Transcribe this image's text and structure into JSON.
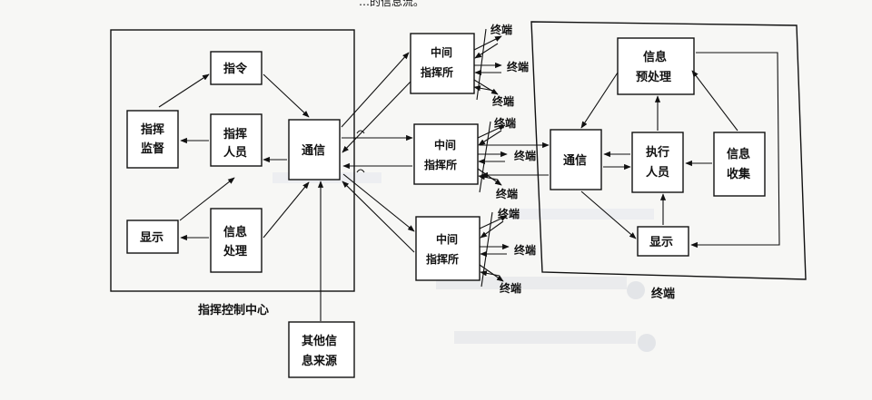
{
  "top_fragment": "…的信息流。",
  "center": {
    "caption": "指挥控制中心",
    "command": "指令",
    "supervision": [
      "指挥",
      "监督"
    ],
    "personnel": [
      "指挥",
      "人员"
    ],
    "comm": "通信",
    "display": "显示",
    "processing": [
      "信息",
      "处理"
    ]
  },
  "other_source": [
    "其他信",
    "息来源"
  ],
  "intermediate": [
    [
      "中间",
      "指挥所"
    ],
    [
      "中间",
      "指挥所"
    ],
    [
      "中间",
      "指挥所"
    ]
  ],
  "terminal_label": "终端",
  "terminal": {
    "caption": "终端",
    "preprocess": [
      "信息",
      "预处理"
    ],
    "comm": "通信",
    "executor": [
      "执行",
      "人员"
    ],
    "collect": [
      "信息",
      "收集"
    ],
    "display": "显示"
  },
  "colors": {
    "ink": "#111111",
    "paper": "#f7f7f5",
    "bleed": "#c9ccd3"
  }
}
